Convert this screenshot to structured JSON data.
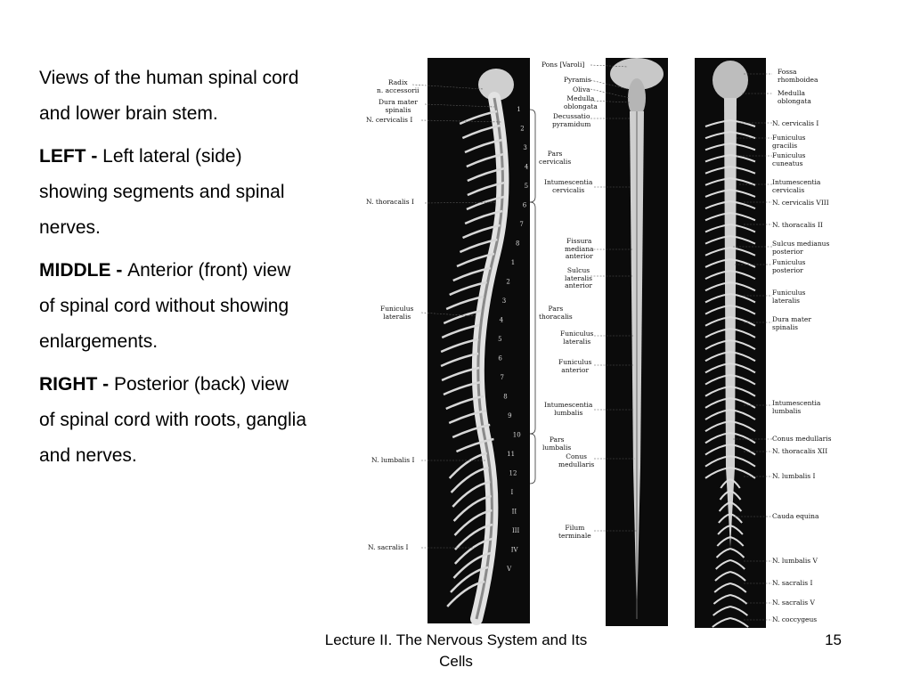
{
  "body": {
    "intro": "Views of the human spinal cord and lower brain stem.",
    "left_head": "LEFT - ",
    "left_text": "Left lateral (side) showing segments and spinal nerves.",
    "middle_head": "MIDDLE - ",
    "middle_text": "Anterior (front) view of spinal cord without showing enlargements.",
    "right_head": "RIGHT - ",
    "right_text": "Posterior (back) view of spinal cord with roots, ganglia and nerves."
  },
  "figure": {
    "left_labels": {
      "radix": "Radix\nn. accessorii",
      "dura": "Dura mater\nspinalis",
      "n_cerv": "N. cervicalis I",
      "n_thor": "N. thoracalis I",
      "funiculus": "Funiculus\nlateralis",
      "n_lumb": "N. lumbalis I",
      "n_sacr": "N. sacralis I"
    },
    "segment_numbers": [
      "1",
      "2",
      "3",
      "4",
      "5",
      "6",
      "7",
      "8",
      "1",
      "2",
      "3",
      "4",
      "5",
      "6",
      "7",
      "8",
      "9",
      "10",
      "11",
      "12",
      "I",
      "II",
      "III",
      "IV",
      "V"
    ],
    "middle_labels": {
      "pons": "Pons [Varoli]",
      "pyramis": "Pyramis",
      "oliva": "Oliva",
      "medulla": "Medulla\noblongata",
      "decussatio": "Decussatio\npyramidum",
      "pars_cerv": "Pars\ncervicalis",
      "intum_cerv": "Intumescentia\ncervicalis",
      "fissura": "Fissura\nmediana\nanterior",
      "sulcus": "Sulcus\nlateralis\nanterior",
      "pars_thor": "Pars\nthoracalis",
      "fun_lat": "Funiculus\nlateralis",
      "fun_ant": "Funiculus\nanterior",
      "intum_lumb": "Intumescentia\nlumbalis",
      "pars_lumb": "Pars\nlumbalis",
      "conus": "Conus\nmedullaris",
      "filum": "Filum\nterminale"
    },
    "right_labels": {
      "fossa": "Fossa\nrhomboidea",
      "medulla": "Medulla\noblongata",
      "n_cerv1": "N. cervicalis I",
      "fun_grac": "Funiculus\ngracilis",
      "fun_cun": "Funiculus\ncuneatus",
      "intum_cerv": "Intumescentia\ncervicalis",
      "n_cerv8": "N. cervicalis VIII",
      "n_thor2": "N. thoracalis II",
      "sulcus": "Sulcus medianus\nposterior",
      "fun_post": "Funiculus\nposterior",
      "fun_lat": "Funiculus\nlateralis",
      "dura": "Dura mater\nspinalis",
      "intum_lumb": "Intumescentia\nlumbalis",
      "conus": "Conus medullaris",
      "n_thor12": "N. thoracalis XII",
      "n_lumb1": "N. lumbalis I",
      "cauda": "Cauda equina",
      "n_lumb5": "N. lumbalis V",
      "n_sacr1": "N. sacralis I",
      "n_sacr5": "N. sacralis V",
      "n_cocc": "N. coccygeus"
    }
  },
  "footer": {
    "lecture": "Lecture II. The Nervous System and Its Cells",
    "slide_number": "15"
  }
}
